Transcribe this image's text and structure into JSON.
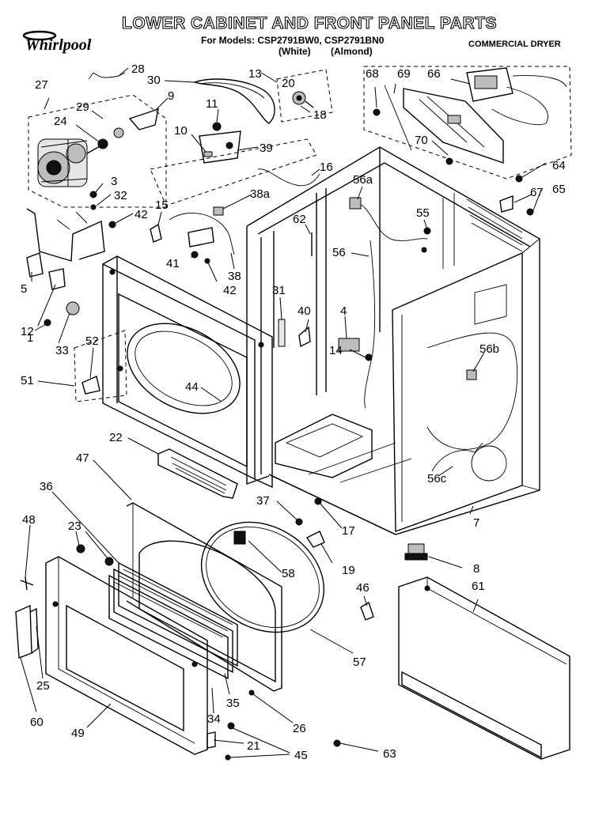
{
  "header": {
    "brand": "Whirlpool",
    "title": "LOWER CABINET AND FRONT PANEL PARTS",
    "models_line": "For Models: CSP2791BW0, CSP2791BN0",
    "color_white": "(White)",
    "color_almond": "(Almond)",
    "product_type": "COMMERCIAL DRYER"
  },
  "callouts": [
    "28",
    "27",
    "30",
    "13",
    "20",
    "68",
    "69",
    "66",
    "9",
    "29",
    "11",
    "18",
    "24",
    "10",
    "39",
    "70",
    "64",
    "16",
    "3",
    "32",
    "38a",
    "56a",
    "67",
    "65",
    "15",
    "42",
    "55",
    "62",
    "41",
    "56",
    "42",
    "38",
    "5",
    "31",
    "40",
    "4",
    "12",
    "33",
    "1",
    "52",
    "56b",
    "14",
    "51",
    "44",
    "22",
    "47",
    "56c",
    "36",
    "37",
    "17",
    "7",
    "48",
    "23",
    "8",
    "58",
    "19",
    "46",
    "61",
    "57",
    "25",
    "35",
    "26",
    "34",
    "60",
    "49",
    "21",
    "45",
    "63"
  ]
}
